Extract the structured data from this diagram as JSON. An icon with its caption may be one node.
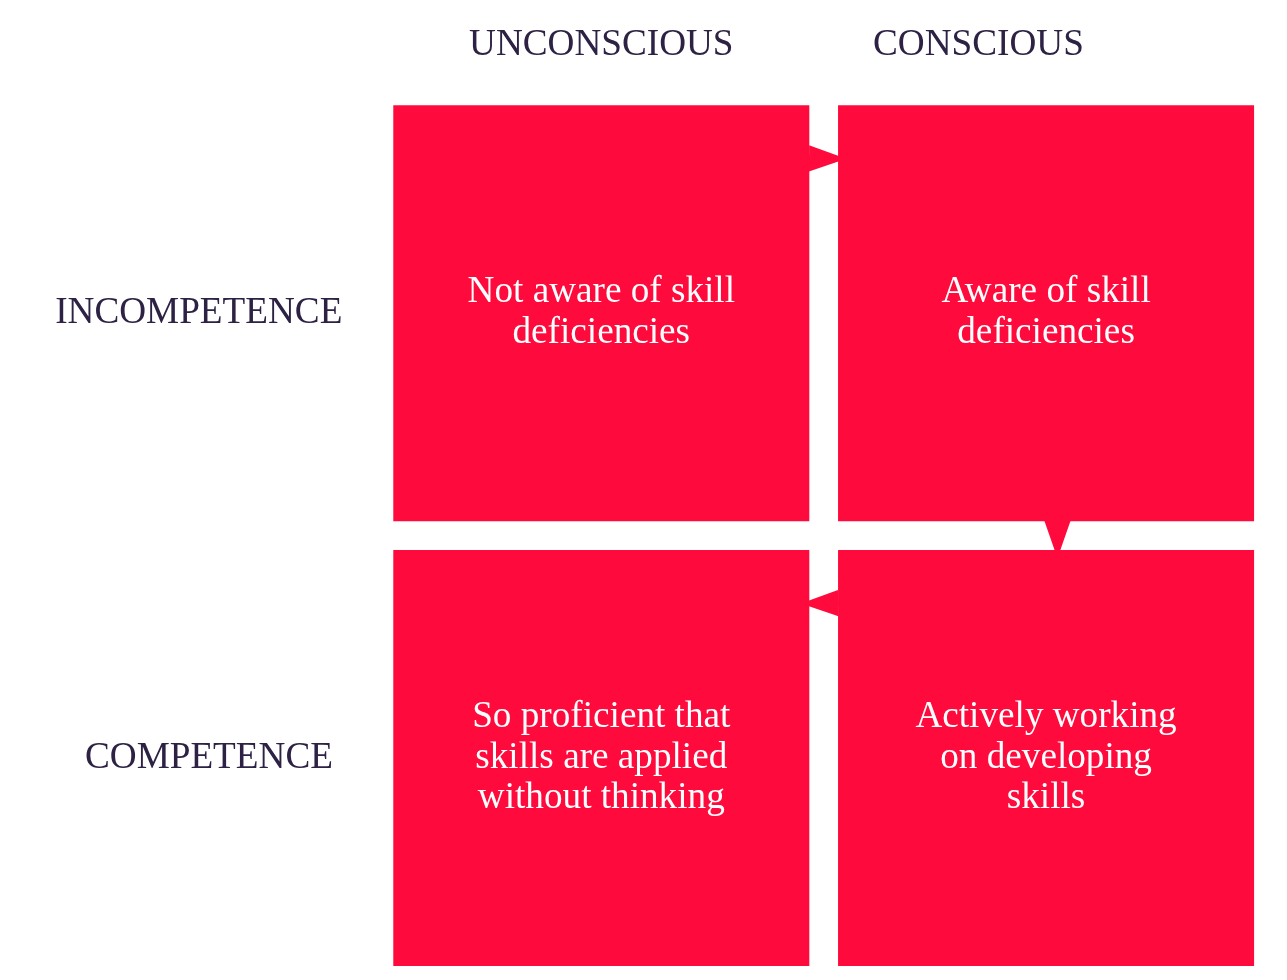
{
  "diagram": {
    "nodes": [
      {
        "text": [
          "Not aware of skill deficiencies"
        ]
      },
      {
        "text": [
          "Aware of skill deficiencies"
        ]
      },
      {
        "text": [
          "So proficient that skills are applied without thinking"
        ]
      },
      {
        "text": [
          "Actively working on developing skills"
        ]
      }
    ],
    "edges": [
      {
        "from": 0,
        "to": 1,
        "arrow": "to"
      },
      {
        "from": 1,
        "to": 3,
        "arrow": "to"
      },
      {
        "from": 3,
        "to": 2,
        "arrow": "to"
      }
    ],
    "labels": [
      "UNCONSCIOUS",
      "CONSCIOUS",
      "INCOMPETENCE",
      "COMPETENCE"
    ]
  }
}
